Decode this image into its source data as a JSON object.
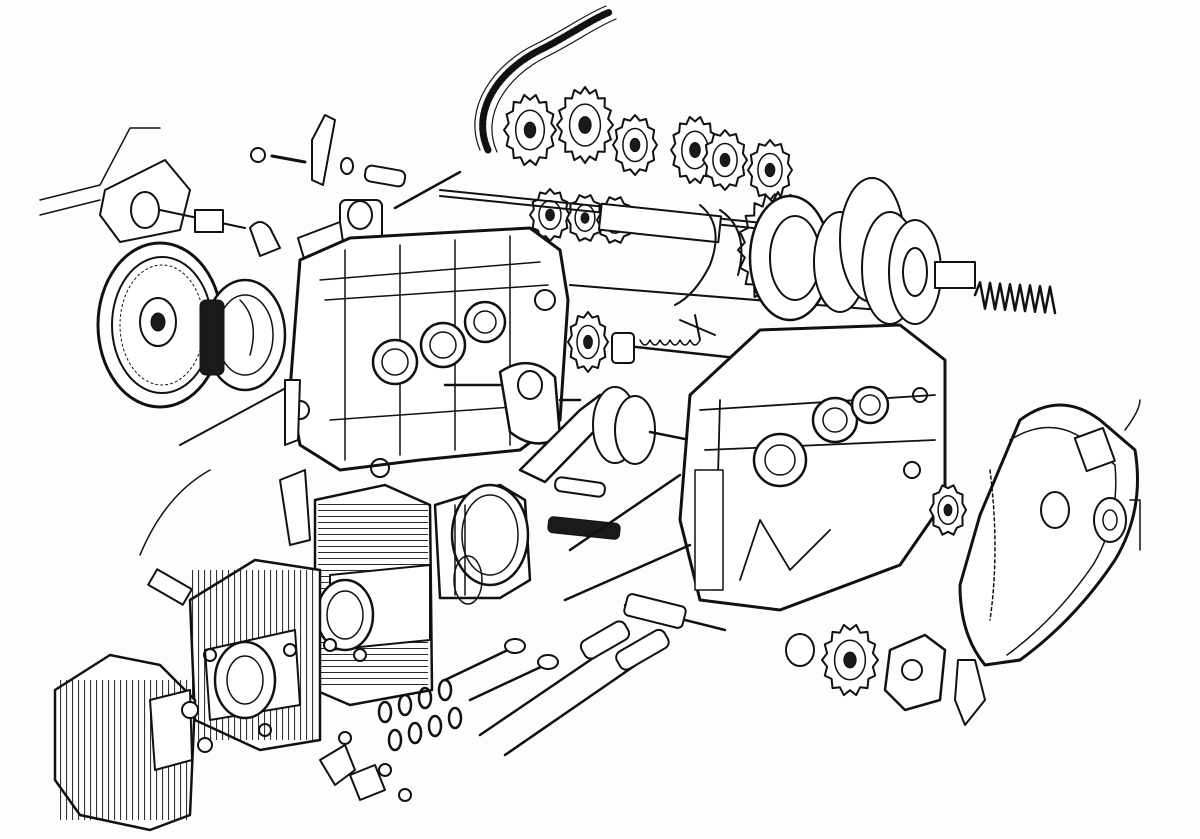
{
  "diagram": {
    "kind": "exploded-view",
    "subject_icon": "engine-exploded-illustration",
    "colors": {
      "ink": "#111111",
      "paper": "#fdfdfd"
    },
    "components": [
      {
        "id": "drive-chain",
        "icon": "chain-icon"
      },
      {
        "id": "gear-cluster-upper",
        "icon": "gear-icon"
      },
      {
        "id": "gearbox-shaft",
        "icon": "shaft-icon"
      },
      {
        "id": "clutch-assembly",
        "icon": "clutch-plates-icon"
      },
      {
        "id": "clutch-spring",
        "icon": "spring-icon"
      },
      {
        "id": "flywheel",
        "icon": "flywheel-icon"
      },
      {
        "id": "ignition-stator",
        "icon": "stator-icon"
      },
      {
        "id": "crankcase-left",
        "icon": "crankcase-icon"
      },
      {
        "id": "crankcase-right",
        "icon": "crankcase-icon"
      },
      {
        "id": "crankshaft",
        "icon": "crankshaft-icon"
      },
      {
        "id": "piston",
        "icon": "piston-icon"
      },
      {
        "id": "cylinder-block",
        "icon": "cylinder-fins-icon"
      },
      {
        "id": "cylinder-head",
        "icon": "cylinder-fins-icon"
      },
      {
        "id": "head-cover",
        "icon": "cover-icon"
      },
      {
        "id": "valves",
        "icon": "valve-icon"
      },
      {
        "id": "valve-springs",
        "icon": "spring-icon"
      },
      {
        "id": "pushrods",
        "icon": "rod-icon"
      },
      {
        "id": "oil-pump",
        "icon": "pump-icon"
      },
      {
        "id": "side-cover",
        "icon": "cover-icon"
      },
      {
        "id": "starter-gear",
        "icon": "gear-icon"
      }
    ]
  }
}
